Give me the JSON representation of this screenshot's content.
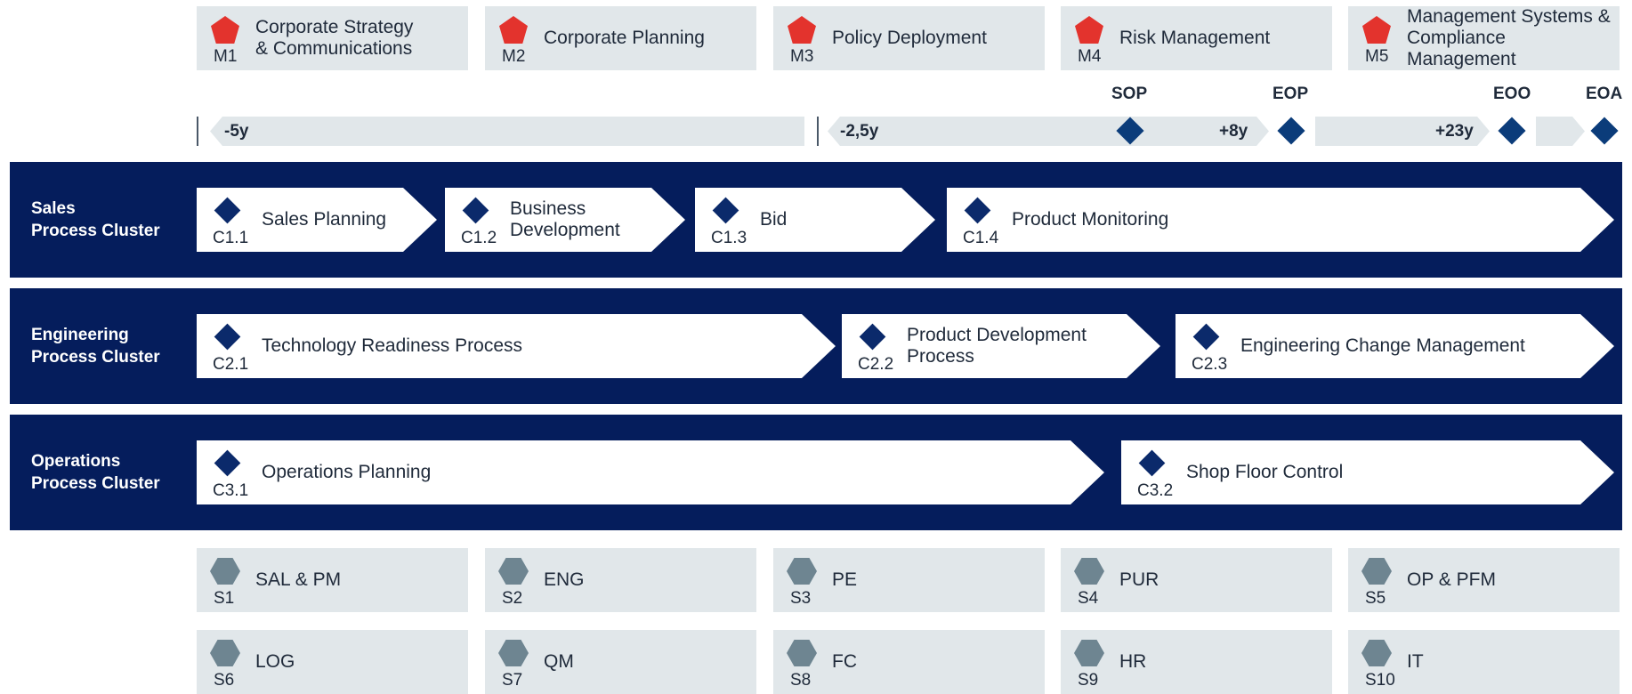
{
  "management": [
    {
      "code": "M1",
      "label": "Corporate Strategy\n& Communications"
    },
    {
      "code": "M2",
      "label": "Corporate Planning"
    },
    {
      "code": "M3",
      "label": "Policy Deployment"
    },
    {
      "code": "M4",
      "label": "Risk Management"
    },
    {
      "code": "M5",
      "label": "Management Systems &\nCompliance Management"
    }
  ],
  "timeline": {
    "bars": [
      "-5y",
      "-2,5y",
      "+8y",
      "+23y"
    ],
    "milestones": [
      "SOP",
      "EOP",
      "EOO",
      "EOA"
    ]
  },
  "clusters": [
    {
      "title": "Sales\nProcess Cluster",
      "processes": [
        {
          "code": "C1.1",
          "label": "Sales Planning"
        },
        {
          "code": "C1.2",
          "label": "Business\nDevelopment"
        },
        {
          "code": "C1.3",
          "label": "Bid"
        },
        {
          "code": "C1.4",
          "label": "Product Monitoring"
        }
      ]
    },
    {
      "title": "Engineering\nProcess Cluster",
      "processes": [
        {
          "code": "C2.1",
          "label": "Technology Readiness Process"
        },
        {
          "code": "C2.2",
          "label": "Product Development\nProcess"
        },
        {
          "code": "C2.3",
          "label": "Engineering Change Management"
        }
      ]
    },
    {
      "title": "Operations\nProcess Cluster",
      "processes": [
        {
          "code": "C3.1",
          "label": "Operations Planning"
        },
        {
          "code": "C3.2",
          "label": "Shop Floor Control"
        }
      ]
    }
  ],
  "support": [
    {
      "code": "S1",
      "label": "SAL & PM"
    },
    {
      "code": "S2",
      "label": "ENG"
    },
    {
      "code": "S3",
      "label": "PE"
    },
    {
      "code": "S4",
      "label": "PUR"
    },
    {
      "code": "S5",
      "label": "OP & PFM"
    },
    {
      "code": "S6",
      "label": "LOG"
    },
    {
      "code": "S7",
      "label": "QM"
    },
    {
      "code": "S8",
      "label": "FC"
    },
    {
      "code": "S9",
      "label": "HR"
    },
    {
      "code": "S10",
      "label": "IT"
    }
  ],
  "colors": {
    "cluster_bg": "#051d5c",
    "management_icon": "#e3332d",
    "support_icon": "#6e8591",
    "tile_bg": "#e1e7ea",
    "milestone_diamond": "#0b3c7a"
  }
}
